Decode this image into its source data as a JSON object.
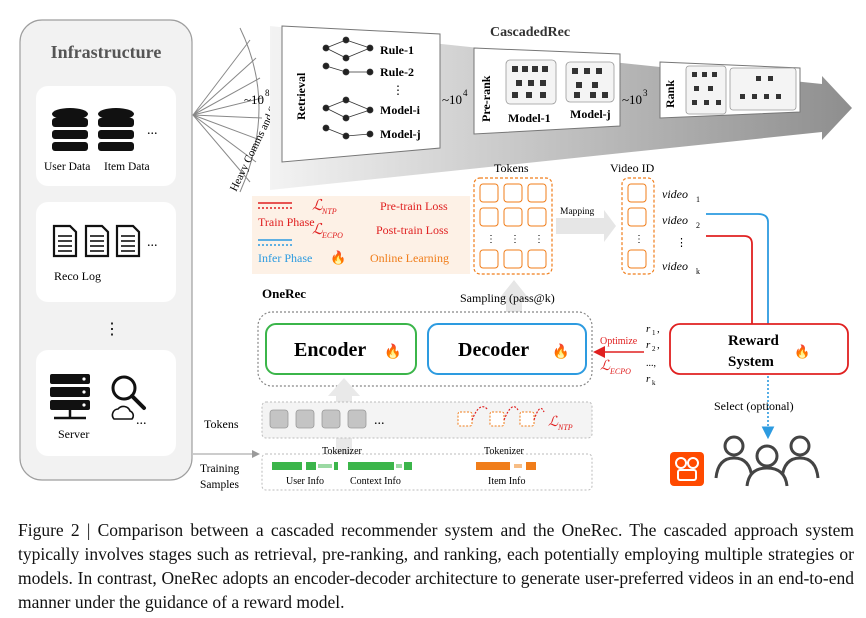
{
  "infrastructure": {
    "title": "Infrastructure",
    "user_data": "User Data",
    "item_data": "Item Data",
    "reco_log": "Reco Log",
    "server": "Server",
    "ellipsis": "...",
    "vdots": "⋮"
  },
  "heavy_comms": "Heavy Comms and Storage",
  "cascade": {
    "title": "CascadedRec",
    "count1": "~10",
    "exp1": "8",
    "count2": "~10",
    "exp2": "4",
    "count3": "~10",
    "exp3": "3",
    "retrieval": "Retrieval",
    "prerank": "Pre-rank",
    "rank": "Rank",
    "rule1": "Rule-1",
    "rule2": "Rule-2",
    "modeli": "Model-i",
    "modelj": "Model-j",
    "pr_model1": "Model-1",
    "pr_modelj": "Model-j"
  },
  "legend": {
    "ntp": "𝓛",
    "ntp_sub": "NTP",
    "ecpo_sub": "ECPO",
    "pretrain": "Pre-train Loss",
    "posttrain": "Post-train Loss",
    "train_phase": "Train Phase",
    "infer_phase": "Infer Phase",
    "online": "Online Learning"
  },
  "tokens_top": "Tokens",
  "video_id": "Video ID",
  "mapping": "Mapping",
  "videos": [
    {
      "base": "video",
      "sub": "1"
    },
    {
      "base": "video",
      "sub": "2"
    },
    {
      "base": "video",
      "sub": "k"
    }
  ],
  "sampling": "Sampling (pass@k)",
  "onerec": {
    "title": "OneRec",
    "encoder": "Encoder",
    "decoder": "Decoder",
    "fire": "🔥"
  },
  "reward": {
    "line1": "Reward",
    "line2": "System",
    "optimize": "Optimize",
    "r1": "r",
    "r1sub": "1",
    "r2": "r",
    "r2sub": "2",
    "rdots": "...,",
    "rk": "r",
    "rksub": "k",
    "select": "Select (optional)"
  },
  "bottom": {
    "tokens": "Tokens",
    "training1": "Training",
    "training2": "Samples",
    "tokenizer": "Tokenizer",
    "user_info": "User Info",
    "context_info": "Context Info",
    "item_info": "Item Info",
    "dots": "..."
  },
  "colors": {
    "red": "#e02020",
    "blue": "#2d9be0",
    "green": "#3bb54a",
    "orange": "#f07d1a",
    "gray": "#b8b8b8",
    "kuaishou": "#ff4a00"
  },
  "caption": {
    "label": "Figure 2 | ",
    "text": "Comparison between a cascaded recommender system and the OneRec. The cascaded approach system typically involves stages such as retrieval, pre-ranking, and ranking, each potentially employing multiple strategies or models. In contrast, OneRec adopts an encoder-decoder architecture to generate user-preferred videos in an end-to-end manner under the guidance of a reward model."
  }
}
